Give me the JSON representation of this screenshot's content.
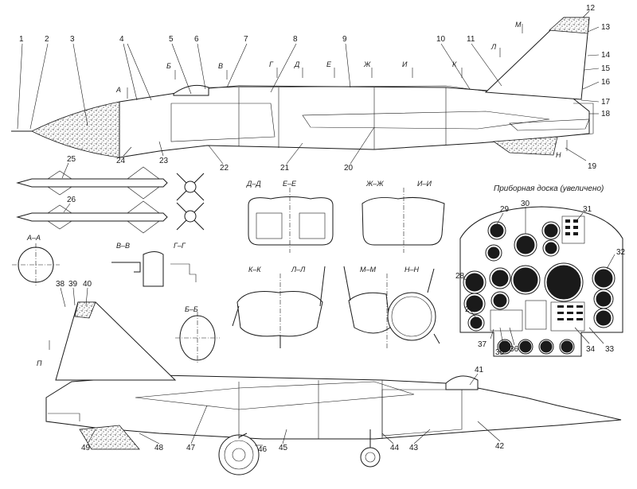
{
  "callouts_top": [
    "1",
    "2",
    "3",
    "4",
    "5",
    "6",
    "7",
    "8",
    "9",
    "10",
    "11",
    "12",
    "13",
    "14",
    "15",
    "16",
    "17",
    "18",
    "19",
    "20",
    "21",
    "22",
    "23",
    "24"
  ],
  "callouts_missiles": [
    "25",
    "26"
  ],
  "callouts_panel": [
    "27",
    "28",
    "29",
    "30",
    "31",
    "32",
    "33",
    "34",
    "35",
    "36",
    "37"
  ],
  "callouts_bottom": [
    "38",
    "39",
    "40",
    "41",
    "42",
    "43",
    "44",
    "45",
    "46",
    "47",
    "48",
    "49"
  ],
  "station_marks": [
    "А",
    "Б",
    "В",
    "Г",
    "Д",
    "Е",
    "Ж",
    "И",
    "К",
    "Л",
    "М",
    "Н",
    "П"
  ],
  "sections": {
    "aa": "А–А",
    "bb": "Б–Б",
    "vv": "В–В",
    "gg": "Г–Г",
    "dd": "Д–Д",
    "ee": "Е–Е",
    "zhzh": "Ж–Ж",
    "ii": "И–И",
    "kk": "К–К",
    "ll": "Л–Л",
    "mm": "М–М",
    "nn": "Н–Н"
  },
  "panel_title": "Приборная доска (увеличено)"
}
